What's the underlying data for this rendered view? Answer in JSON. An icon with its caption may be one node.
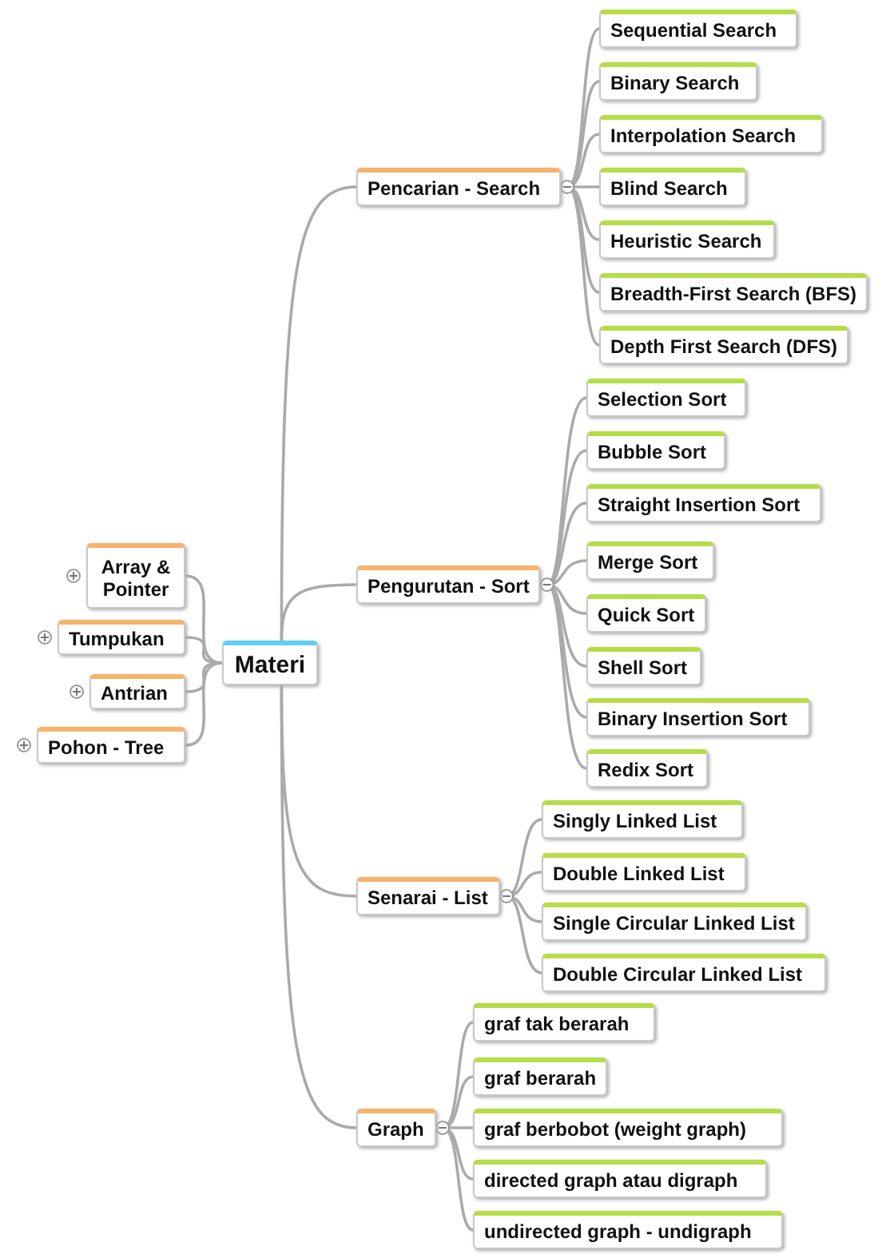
{
  "diagram": {
    "nodes": [
      {
        "text": [
          "Materi"
        ]
      },
      {
        "text": [
          "Array & Pointer"
        ]
      },
      {
        "text": [
          "Tumpukan"
        ]
      },
      {
        "text": [
          "Antrian"
        ]
      },
      {
        "text": [
          "Pohon - Tree"
        ]
      },
      {
        "text": [
          "Pencarian - Search"
        ]
      },
      {
        "text": [
          "Sequential Search"
        ]
      },
      {
        "text": [
          "Binary Search"
        ]
      },
      {
        "text": [
          "Interpolation Search"
        ]
      },
      {
        "text": [
          "Blind Search"
        ]
      },
      {
        "text": [
          "Heuristic Search"
        ]
      },
      {
        "text": [
          "Breadth-First Search (BFS)"
        ]
      },
      {
        "text": [
          "Depth First Search (DFS)"
        ]
      },
      {
        "text": [
          "Pengurutan - Sort"
        ]
      },
      {
        "text": [
          "Selection Sort"
        ]
      },
      {
        "text": [
          "Bubble Sort"
        ]
      },
      {
        "text": [
          "Straight Insertion Sort"
        ]
      },
      {
        "text": [
          "Merge Sort"
        ]
      },
      {
        "text": [
          "Quick Sort"
        ]
      },
      {
        "text": [
          "Shell Sort"
        ]
      },
      {
        "text": [
          "Binary Insertion Sort"
        ]
      },
      {
        "text": [
          "Redix Sort"
        ]
      },
      {
        "text": [
          "Senarai - List"
        ]
      },
      {
        "text": [
          "Singly Linked List"
        ]
      },
      {
        "text": [
          "Double Linked List"
        ]
      },
      {
        "text": [
          "Single Circular Linked List"
        ]
      },
      {
        "text": [
          "Double Circular Linked List"
        ]
      },
      {
        "text": [
          "Graph"
        ]
      },
      {
        "text": [
          "graf tak berarah"
        ]
      },
      {
        "text": [
          "graf berarah"
        ]
      },
      {
        "text": [
          "graf berbobot (weight graph)"
        ]
      },
      {
        "text": [
          "directed graph atau digraph"
        ]
      },
      {
        "text": [
          "undirected graph -  undigraph"
        ]
      }
    ],
    "edges": [
      {
        "from": 0,
        "to": 1,
        "arrow": "none"
      },
      {
        "from": 0,
        "to": 2,
        "arrow": "none"
      },
      {
        "from": 0,
        "to": 3,
        "arrow": "none"
      },
      {
        "from": 0,
        "to": 4,
        "arrow": "none"
      },
      {
        "from": 0,
        "to": 5,
        "arrow": "none"
      },
      {
        "from": 5,
        "to": 6,
        "arrow": "none"
      },
      {
        "from": 5,
        "to": 7,
        "arrow": "none"
      },
      {
        "from": 5,
        "to": 8,
        "arrow": "none"
      },
      {
        "from": 5,
        "to": 9,
        "arrow": "none"
      },
      {
        "from": 5,
        "to": 10,
        "arrow": "none"
      },
      {
        "from": 5,
        "to": 11,
        "arrow": "none"
      },
      {
        "from": 5,
        "to": 12,
        "arrow": "none"
      },
      {
        "from": 0,
        "to": 13,
        "arrow": "none"
      },
      {
        "from": 13,
        "to": 14,
        "arrow": "none"
      },
      {
        "from": 13,
        "to": 15,
        "arrow": "none"
      },
      {
        "from": 13,
        "to": 16,
        "arrow": "none"
      },
      {
        "from": 13,
        "to": 17,
        "arrow": "none"
      },
      {
        "from": 13,
        "to": 18,
        "arrow": "none"
      },
      {
        "from": 13,
        "to": 19,
        "arrow": "none"
      },
      {
        "from": 13,
        "to": 20,
        "arrow": "none"
      },
      {
        "from": 13,
        "to": 21,
        "arrow": "none"
      },
      {
        "from": 0,
        "to": 22,
        "arrow": "none"
      },
      {
        "from": 22,
        "to": 23,
        "arrow": "none"
      },
      {
        "from": 22,
        "to": 24,
        "arrow": "none"
      },
      {
        "from": 22,
        "to": 25,
        "arrow": "none"
      },
      {
        "from": 22,
        "to": 26,
        "arrow": "none"
      },
      {
        "from": 0,
        "to": 27,
        "arrow": "none"
      },
      {
        "from": 27,
        "to": 28,
        "arrow": "none"
      },
      {
        "from": 27,
        "to": 29,
        "arrow": "none"
      },
      {
        "from": 27,
        "to": 30,
        "arrow": "none"
      },
      {
        "from": 27,
        "to": 31,
        "arrow": "none"
      },
      {
        "from": 27,
        "to": 32,
        "arrow": "none"
      }
    ]
  }
}
